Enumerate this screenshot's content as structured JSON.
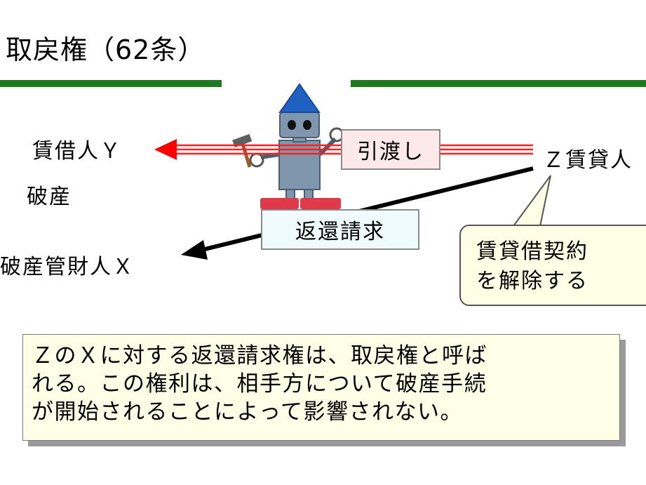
{
  "title": "取戻権（62条）",
  "labels": {
    "lessee_y": "賃借人Ｙ",
    "bankruptcy": "破産",
    "trustee_x": "破産管財人Ｘ",
    "lessor_z": "Ｚ賃貸人",
    "delivery": "引渡し",
    "return_claim": "返還請求"
  },
  "callout": {
    "line1": "賃貸借契約",
    "line2": "を解除する"
  },
  "summary": {
    "line1": "ＺのＸに対する返還請求権は、取戻権と呼ば",
    "line2": "れる。この権利は、相手方について破産手続",
    "line3": "が開始されることによって影響されない。"
  },
  "colors": {
    "rule": "#1f7a1f",
    "arrow_red": "#ff0000",
    "arrow_black": "#000000",
    "robot_body": "#7f96ad",
    "robot_hat": "#2060c0",
    "robot_feet": "#e03a4a"
  }
}
